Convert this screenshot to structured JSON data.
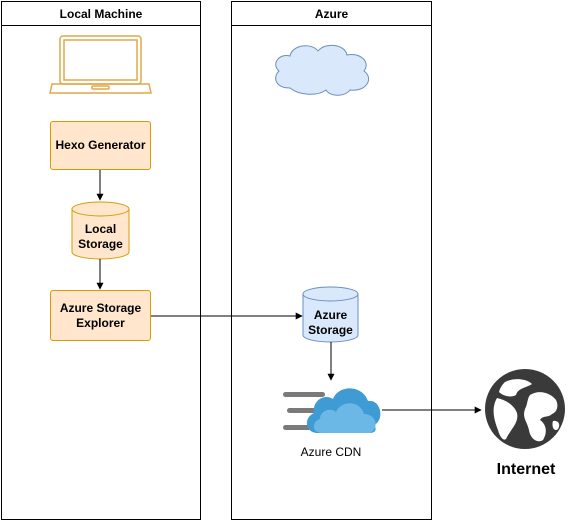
{
  "lanes": {
    "local": {
      "title": "Local Machine"
    },
    "azure": {
      "title": "Azure"
    }
  },
  "nodes": {
    "hexo_generator": "Hexo Generator",
    "local_storage": "Local\nStorage",
    "azure_storage_explorer": "Azure Storage\nExplorer",
    "azure_storage": "Azure\nStorage",
    "azure_cdn": "Azure CDN",
    "internet": "Internet"
  },
  "icons": {
    "laptop": "laptop-icon",
    "cloud": "cloud-icon",
    "cdn": "azure-cdn-icon",
    "globe": "globe-icon"
  },
  "colors": {
    "orange_fill": "#ffe6cc",
    "orange_stroke": "#d79b00",
    "blue_fill": "#dae8fc",
    "blue_stroke": "#6c8ebf",
    "laptop_stroke": "#e0a84a",
    "cdn_blue": "#3f9bd3",
    "globe_dark": "#3a3a3a"
  }
}
